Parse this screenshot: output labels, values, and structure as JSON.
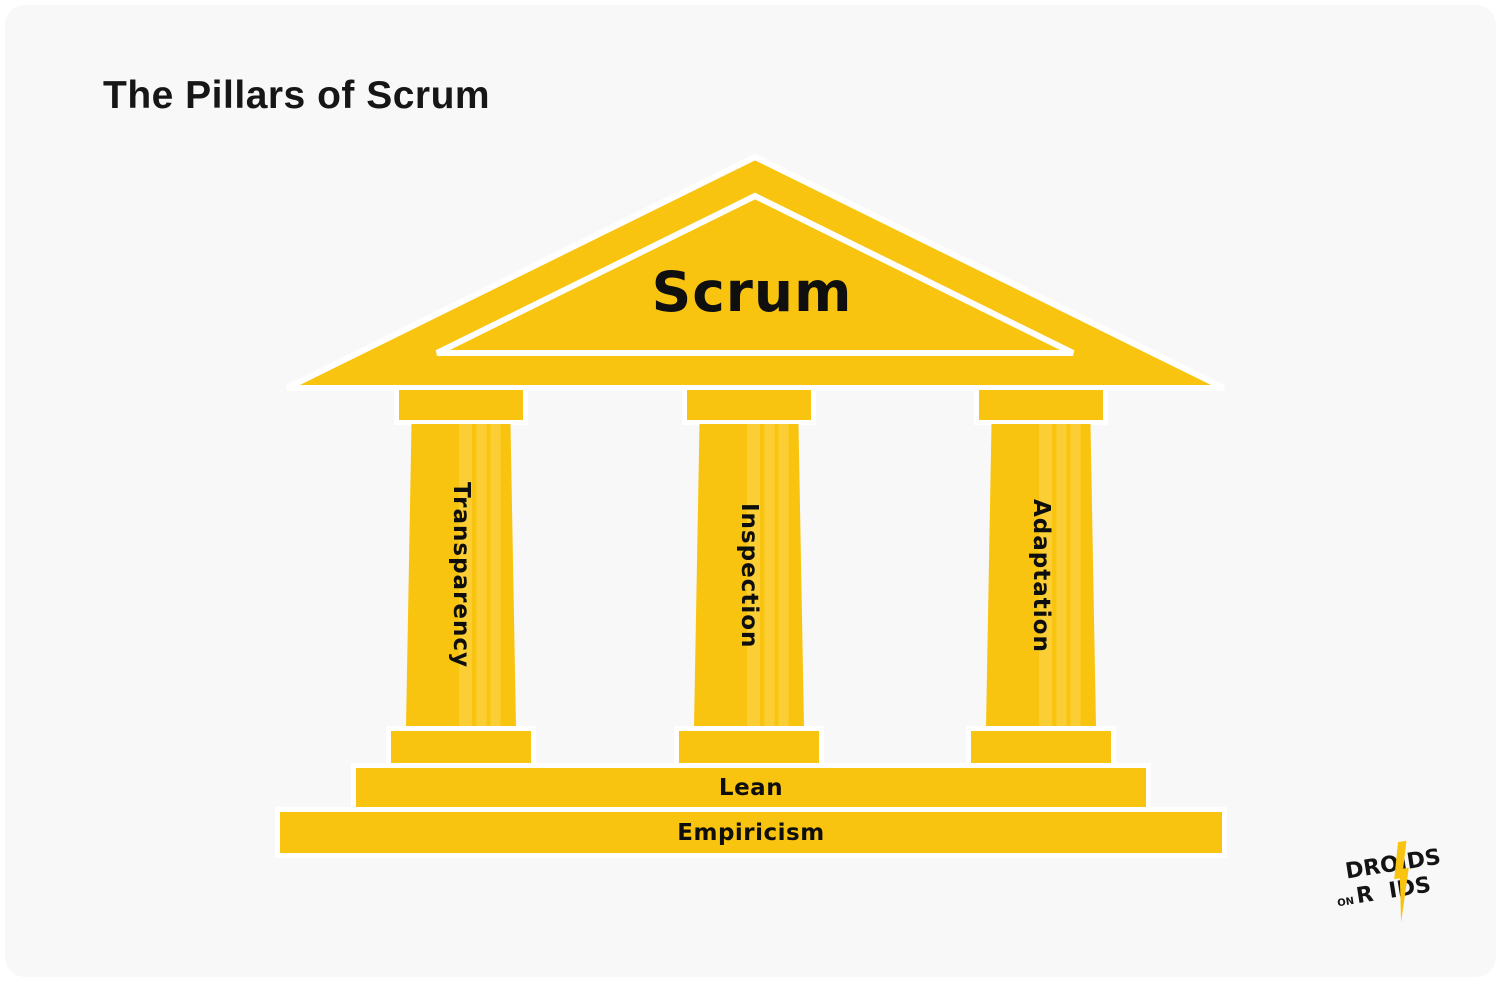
{
  "title": "The Pillars of Scrum",
  "colors": {
    "yellow": "#F9C40F",
    "yellow_stripe": "#FBCE35",
    "card_background": "#F8F8F9",
    "page_background": "#FFFFFF",
    "outline_white": "#FFFFFF",
    "text_dark": "#0F0F0F"
  },
  "temple": {
    "pediment": {
      "label": "Scrum"
    },
    "pillars": [
      {
        "label": "Transparency"
      },
      {
        "label": "Inspection"
      },
      {
        "label": "Adaptation"
      }
    ],
    "steps": [
      {
        "label": "Lean"
      },
      {
        "label": "Empiricism"
      }
    ]
  },
  "logo": {
    "line1": "DROIDS",
    "on": "ON",
    "line2_left": "R",
    "line2_right": "IDS",
    "bolt_icon": "lightning-bolt"
  }
}
